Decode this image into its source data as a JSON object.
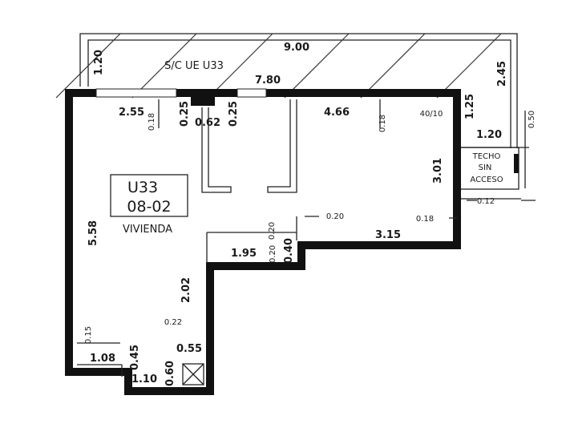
{
  "unit_box": {
    "code": "U33",
    "number": "08-02",
    "use": "VIVIENDA"
  },
  "overhang_label": "S/C UE U33",
  "no_access_label": [
    "TECHO",
    "SIN",
    "ACCESO"
  ],
  "dimensions": {
    "roof_width": "9.00",
    "upper_left_depth": "1.20",
    "upper_right_depth": "2.45",
    "upper_right_lower": "1.25",
    "facade_width": "7.80",
    "left_top": "2.55",
    "wall_left_top": "0.18",
    "wall_mid_a": "0.25",
    "shaft_width": "0.62",
    "wall_mid_b": "0.25",
    "right_top": "4.66",
    "wall_right_top": "0.18",
    "wall_ratio": "40/10",
    "terrace_width": "1.20",
    "terrace_side": "0.50",
    "terrace_bottom": "0.12",
    "right_depth": "3.01",
    "step_wall": "0.20",
    "step_wall_b": "0.20",
    "right_wall": "0.18",
    "right_bottom": "3.15",
    "left_depth": "5.58",
    "lower_width": "1.95",
    "lower_wall": "0.20",
    "lower_wall_b": "0.40",
    "corridor_depth": "2.02",
    "corridor_wall": "0.22",
    "corridor_bottom": "0.55",
    "left_wall": "0.15",
    "bottom_left": "1.08",
    "bottom_step": "0.45",
    "bottom_width": "1.10",
    "bottom_step_b": "0.60"
  }
}
